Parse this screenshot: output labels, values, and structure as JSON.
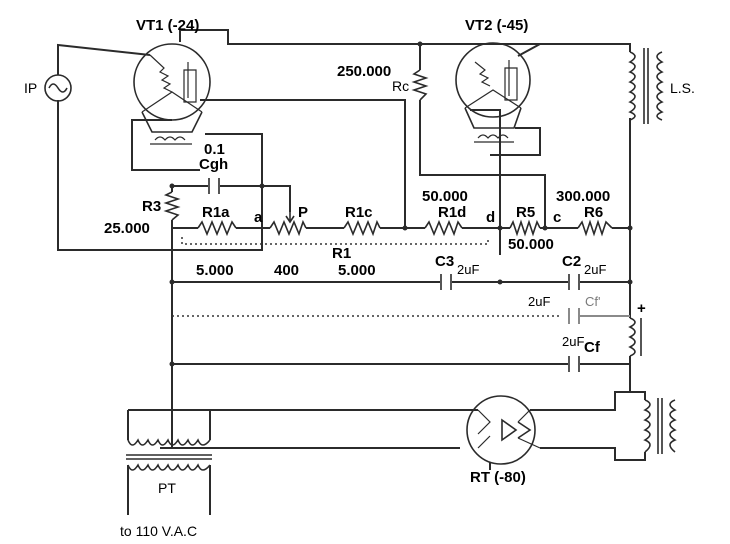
{
  "labels": {
    "vt1": "VT1 (-24)",
    "vt2": "VT2 (-45)",
    "ip": "IP",
    "ls": "L.S.",
    "rc_value": "250.000",
    "rc": "Rc",
    "cgh_value": "0.1",
    "cgh": "Cgh",
    "r3": "R3",
    "r3_value": "25.000",
    "r1a": "R1a",
    "a": "a",
    "p": "P",
    "r1c": "R1c",
    "r1d_value": "50.000",
    "r1d": "R1d",
    "d": "d",
    "r5": "R5",
    "c": "c",
    "r6_value": "300.000",
    "r6": "R6",
    "r5_value": "50.000",
    "r1": "R1",
    "v5000a": "5.000",
    "v400": "400",
    "v5000b": "5.000",
    "c3": "C3",
    "c3_value": "2uF",
    "c2": "C2",
    "c2_value": "2uF",
    "cf_prime_value": "2uF",
    "cf_prime": "Cf'",
    "plus": "+",
    "cf_value": "2uF",
    "cf": "Cf",
    "pt": "PT",
    "rt": "RT (-80)",
    "mains": "to 110 V.A.C"
  }
}
